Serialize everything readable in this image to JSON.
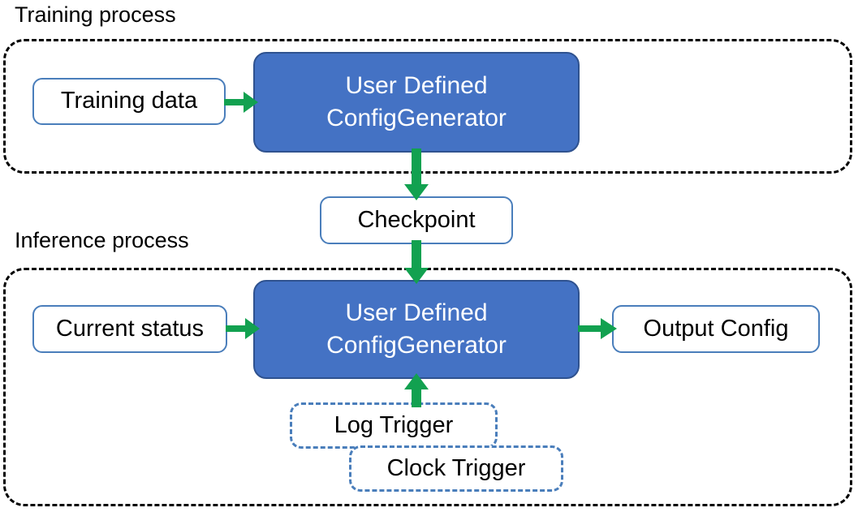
{
  "diagram": {
    "title_visible": false,
    "colors": {
      "blue_fill": "#4472C4",
      "blue_border": "#2F528F",
      "node_border": "#4A7EBB",
      "arrow_green": "#12A150",
      "container_border": "#000000",
      "background": "#FFFFFF",
      "text_dark": "#000000",
      "text_light": "#FFFFFF"
    },
    "sections": [
      {
        "id": "training",
        "label": "Training process"
      },
      {
        "id": "inference",
        "label": "Inference process"
      }
    ],
    "nodes": {
      "training_data": "Training data",
      "config_generator_training_line1": "User Defined",
      "config_generator_training_line2": "ConfigGenerator",
      "checkpoint": "Checkpoint",
      "current_status": "Current status",
      "config_generator_inference_line1": "User Defined",
      "config_generator_inference_line2": "ConfigGenerator",
      "output_config": "Output Config",
      "log_trigger": "Log Trigger",
      "clock_trigger": "Clock Trigger"
    },
    "edges": [
      {
        "id": "training-data-to-generator",
        "from": "Training data",
        "to": "User Defined ConfigGenerator",
        "direction": "right"
      },
      {
        "id": "generator-to-checkpoint",
        "from": "User Defined ConfigGenerator",
        "to": "Checkpoint",
        "direction": "down"
      },
      {
        "id": "checkpoint-to-generator",
        "from": "Checkpoint",
        "to": "User Defined ConfigGenerator",
        "direction": "down"
      },
      {
        "id": "current-status-to-generator",
        "from": "Current status",
        "to": "User Defined ConfigGenerator",
        "direction": "right"
      },
      {
        "id": "generator-to-output-config",
        "from": "User Defined ConfigGenerator",
        "to": "Output Config",
        "direction": "right"
      },
      {
        "id": "triggers-to-generator",
        "from": "Log Trigger / Clock Trigger",
        "to": "User Defined ConfigGenerator",
        "direction": "up"
      }
    ]
  }
}
